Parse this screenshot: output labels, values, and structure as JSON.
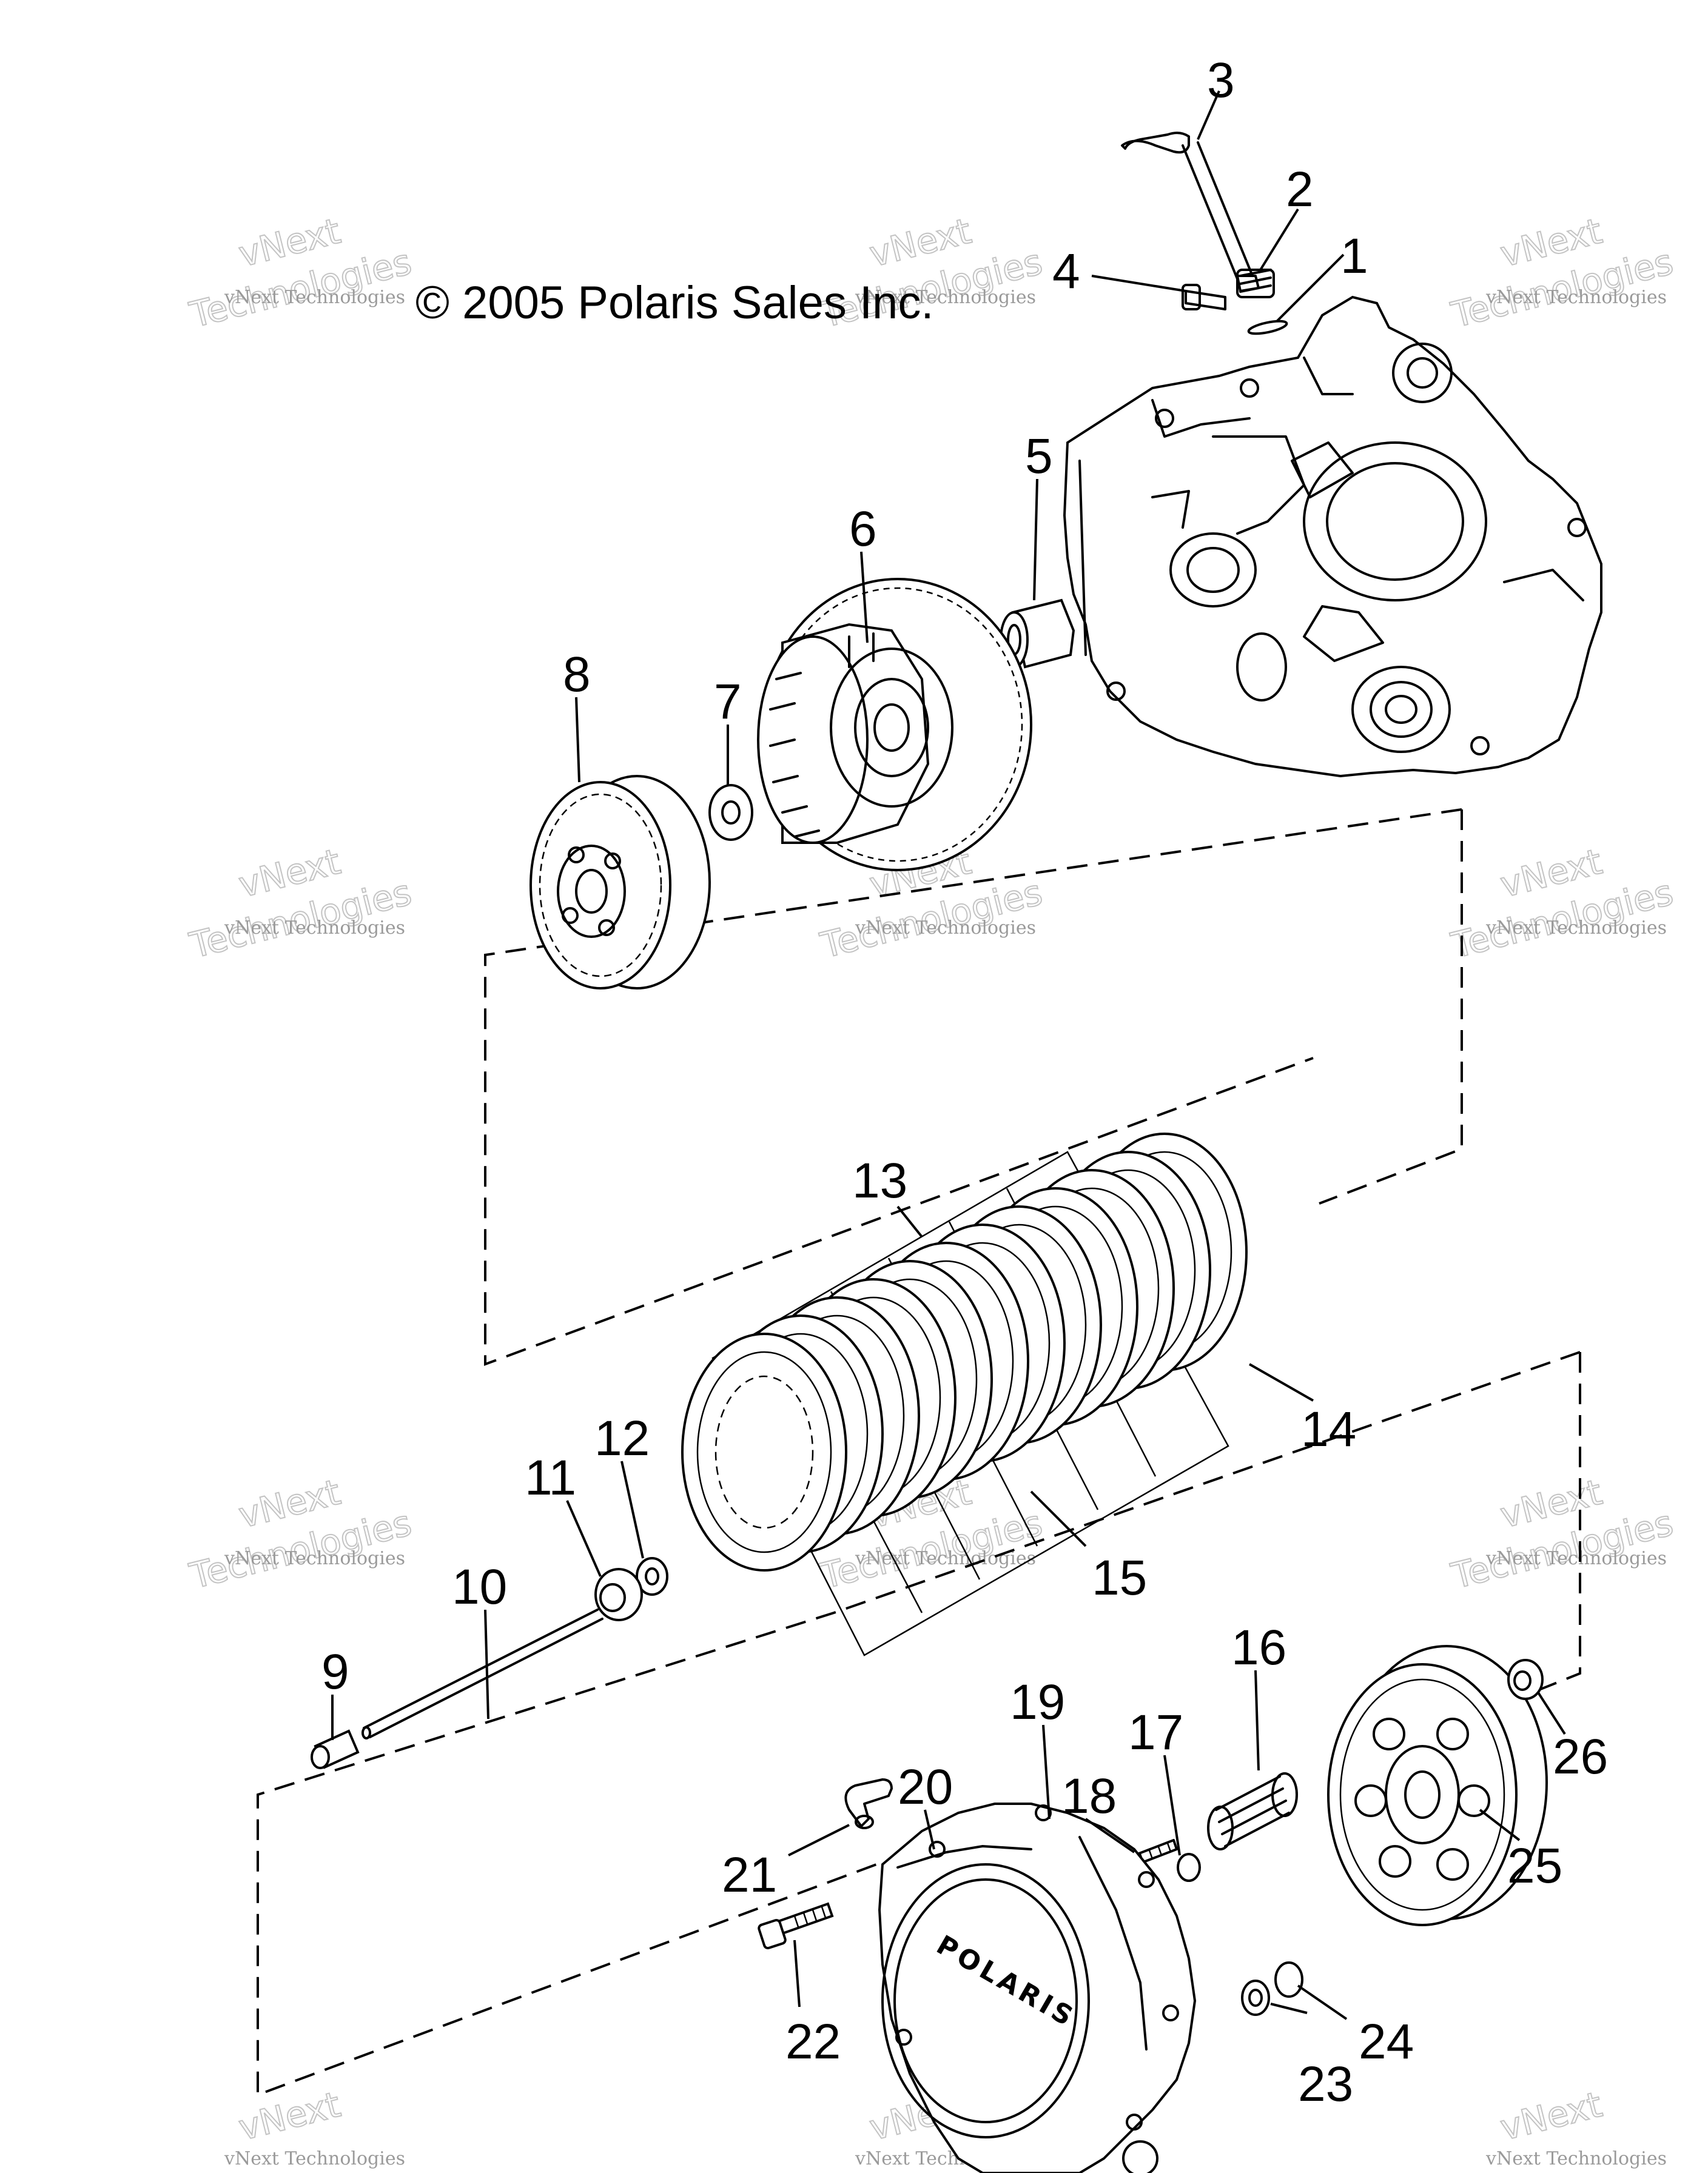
{
  "copyright": "© 2005 Polaris Sales Inc.",
  "watermark": {
    "small_text": "vNext Technologies",
    "big_line1": "vNext",
    "big_line2": "Technologies"
  },
  "cover_logo": "POLARIS",
  "callouts": [
    "1",
    "2",
    "3",
    "4",
    "5",
    "6",
    "7",
    "8",
    "9",
    "10",
    "11",
    "12",
    "13",
    "14",
    "15",
    "16",
    "17",
    "18",
    "19",
    "20",
    "21",
    "22",
    "23",
    "24",
    "25",
    "26"
  ]
}
